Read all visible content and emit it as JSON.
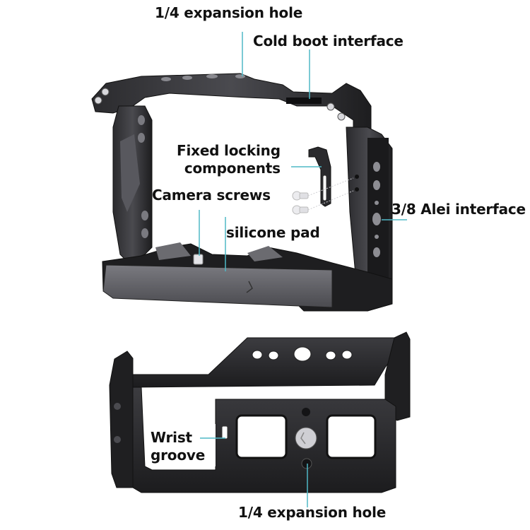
{
  "diagram": {
    "subject": "camera cage",
    "colors": {
      "leader_line": "#4fb8c6",
      "metal_dark": "#1f1f21",
      "metal_mid": "#3a3a3d",
      "metal_light": "#6b6b70",
      "label_text": "#111111",
      "background": "#ffffff"
    },
    "views": [
      {
        "name": "top-view",
        "description": "cage perspective view with exploded parts"
      },
      {
        "name": "bottom-view",
        "description": "cage underside / base plate view"
      }
    ],
    "callouts": {
      "top_expansion_hole": {
        "text": "1/4 expansion hole"
      },
      "cold_boot": {
        "text": "Cold boot interface"
      },
      "fixed_locking": {
        "line1": "Fixed locking",
        "line2": "components"
      },
      "camera_screws": {
        "text": "Camera screws"
      },
      "alei_interface": {
        "text": "3/8 Alei interface"
      },
      "silicone_pad": {
        "text": "silicone pad"
      },
      "wrist_groove": {
        "line1": "Wrist",
        "line2": "groove"
      },
      "bottom_expansion_hole": {
        "text": "1/4 expansion hole"
      }
    }
  }
}
